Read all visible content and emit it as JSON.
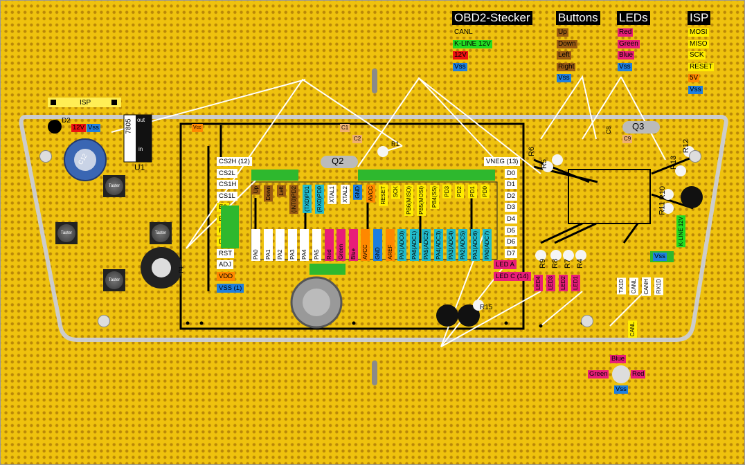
{
  "legend": {
    "obd": {
      "title": "OBD2-Stecker",
      "items": [
        {
          "text": "CANL",
          "bg": "#efc20e",
          "fg": "#000"
        },
        {
          "text": "K-LINE 12V",
          "bg": "#22dd22",
          "fg": "#000"
        },
        {
          "text": "12V",
          "bg": "#ee1111",
          "fg": "#000"
        },
        {
          "text": "Vss",
          "bg": "#1e7fe0",
          "fg": "#000"
        }
      ]
    },
    "buttons": {
      "title": "Buttons",
      "items": [
        {
          "text": "Up",
          "bg": "#9a5b14",
          "fg": "#000"
        },
        {
          "text": "Down",
          "bg": "#9a5b14",
          "fg": "#000"
        },
        {
          "text": "Left",
          "bg": "#9a5b14",
          "fg": "#000"
        },
        {
          "text": "Right",
          "bg": "#9a5b14",
          "fg": "#000"
        },
        {
          "text": "Vss",
          "bg": "#1e7fe0",
          "fg": "#000"
        }
      ]
    },
    "leds": {
      "title": "LEDs",
      "items": [
        {
          "text": "Red",
          "bg": "#e81d78",
          "fg": "#000"
        },
        {
          "text": "Green",
          "bg": "#e81d78",
          "fg": "#000"
        },
        {
          "text": "Blue",
          "bg": "#e81d78",
          "fg": "#000"
        },
        {
          "text": "Vss",
          "bg": "#1e7fe0",
          "fg": "#000"
        }
      ]
    },
    "isp": {
      "title": "ISP",
      "items": [
        {
          "text": "MOSI",
          "bg": "#ffee00",
          "fg": "#000"
        },
        {
          "text": "MISO",
          "bg": "#ffee00",
          "fg": "#000"
        },
        {
          "text": "SCK",
          "bg": "#ffee00",
          "fg": "#000"
        },
        {
          "text": "RESET",
          "bg": "#ffee00",
          "fg": "#000"
        },
        {
          "text": "5V",
          "bg": "#ff8800",
          "fg": "#000"
        },
        {
          "text": "Vss",
          "bg": "#1e7fe0",
          "fg": "#000"
        }
      ]
    }
  },
  "lcd_left_pins": [
    {
      "text": "CS2H (12)",
      "bg": "#ffffff"
    },
    {
      "text": "CS2L",
      "bg": "#ffffff"
    },
    {
      "text": "CS1H",
      "bg": "#ffffff"
    },
    {
      "text": "CS1L",
      "bg": "#ffffff"
    },
    {
      "text": "E2",
      "bg": "#ffee00"
    },
    {
      "text": "E1",
      "bg": "#ffee00"
    },
    {
      "text": "R/W",
      "bg": "#ffee00"
    },
    {
      "text": "D/I",
      "bg": "#ffee00"
    },
    {
      "text": "RST",
      "bg": "#ffffff"
    },
    {
      "text": "ADJ",
      "bg": "#ffffff"
    },
    {
      "text": "VDD",
      "bg": "#ff8800"
    },
    {
      "text": "VSS (1)",
      "bg": "#1e7fe0"
    }
  ],
  "lcd_right_pins": [
    {
      "text": "VNEG (13)",
      "bg": "#ffffff"
    },
    {
      "text": "D0",
      "bg": "#ffffff"
    },
    {
      "text": "D1",
      "bg": "#ffffff"
    },
    {
      "text": "D2",
      "bg": "#ffffff"
    },
    {
      "text": "D3",
      "bg": "#ffffff"
    },
    {
      "text": "D4",
      "bg": "#ffffff"
    },
    {
      "text": "D5",
      "bg": "#ffffff"
    },
    {
      "text": "D6",
      "bg": "#ffffff"
    },
    {
      "text": "D7",
      "bg": "#ffffff"
    },
    {
      "text": "LED A",
      "bg": "#e81d78"
    },
    {
      "text": "LED C (14)",
      "bg": "#e81d78"
    }
  ],
  "mcu_top_tags": [
    {
      "text": "Up",
      "bg": "#9a5b14"
    },
    {
      "text": "Down",
      "bg": "#9a5b14"
    },
    {
      "text": "Left",
      "bg": "#9a5b14"
    },
    {
      "text": "(INT0)PD2",
      "bg": "#9a5b14"
    },
    {
      "text": "(TXD)PD1",
      "bg": "#22bbcc"
    },
    {
      "text": "(RXD)PD0",
      "bg": "#22bbcc"
    },
    {
      "text": "XTAL1",
      "bg": "#ffffff"
    },
    {
      "text": "XTAL2",
      "bg": "#ffffff"
    },
    {
      "text": "GND",
      "bg": "#1e7fe0"
    },
    {
      "text": "AVCC",
      "bg": "#ff8800"
    },
    {
      "text": "RESET",
      "bg": "#ffee00"
    },
    {
      "text": "SCK",
      "bg": "#ffee00"
    },
    {
      "text": "PB6(MISO)",
      "bg": "#ffee00"
    },
    {
      "text": "PB5(MOSI)",
      "bg": "#ffee00"
    },
    {
      "text": "PB4(SS)",
      "bg": "#ffee00"
    },
    {
      "text": "PD3",
      "bg": "#ffee00"
    },
    {
      "text": "PD2",
      "bg": "#ffee00"
    },
    {
      "text": "PD1",
      "bg": "#ffee00"
    },
    {
      "text": "PD0",
      "bg": "#ffee00"
    }
  ],
  "mcu_bottom_tags": [
    {
      "text": "PA0",
      "bg": "#ffffff"
    },
    {
      "text": "PA1",
      "bg": "#ffffff"
    },
    {
      "text": "PA2",
      "bg": "#ffffff"
    },
    {
      "text": "PA3",
      "bg": "#ffffff"
    },
    {
      "text": "PA4",
      "bg": "#ffffff"
    },
    {
      "text": "PA5",
      "bg": "#ffffff"
    },
    {
      "text": "Red",
      "bg": "#e81d78"
    },
    {
      "text": "Green",
      "bg": "#e81d78"
    },
    {
      "text": "Blue",
      "bg": "#e81d78"
    },
    {
      "text": "AVCC",
      "bg": "#ff8800"
    },
    {
      "text": "GND",
      "bg": "#1e7fe0"
    },
    {
      "text": "AREF",
      "bg": "#ff8800"
    },
    {
      "text": "PA7(ADC0)",
      "bg": "#22bbcc"
    },
    {
      "text": "PA6(ADC1)",
      "bg": "#22bbcc"
    },
    {
      "text": "PA5(ADC2)",
      "bg": "#22bbcc"
    },
    {
      "text": "PA4(ADC3)",
      "bg": "#22bbcc"
    },
    {
      "text": "PA3(ADC4)",
      "bg": "#22bbcc"
    },
    {
      "text": "PA2(ADC5)",
      "bg": "#22bbcc"
    },
    {
      "text": "PA1(ADC6)",
      "bg": "#22bbcc"
    },
    {
      "text": "PA0(ADC7)",
      "bg": "#22bbcc"
    }
  ],
  "components": {
    "isp": "ISP",
    "d2": "D2",
    "v12": "12V",
    "vss": "Vss",
    "reg": "7805",
    "reg_out": "out",
    "reg_in": "in",
    "u1": "U1",
    "q2": "Q2",
    "q3": "Q3",
    "c1": "C1",
    "c2": "C2",
    "r1": "R1",
    "c8": "C8",
    "c9": "C9",
    "r6": "R6",
    "r5": "R5",
    "r12": "R12",
    "r13": "R13",
    "r10": "R10",
    "r11": "R11",
    "r9": "R9",
    "r8": "R8",
    "r7": "R7",
    "r4": "R4",
    "r15": "R15",
    "p1": "P1",
    "c12": "C12",
    "vcc": "Vcc",
    "taster": "Taster",
    "led_tags": [
      "LED4",
      "LED3",
      "LED2",
      "LED1"
    ],
    "can_tags": [
      "TX1D",
      "CANL",
      "CANH",
      "RX1D"
    ],
    "canl2": "CANL",
    "kline": "K-LINE 12V",
    "vss2": "Vss",
    "rgb": {
      "blue": "Blue",
      "green": "Green",
      "red": "Red",
      "vss": "Vss"
    }
  }
}
